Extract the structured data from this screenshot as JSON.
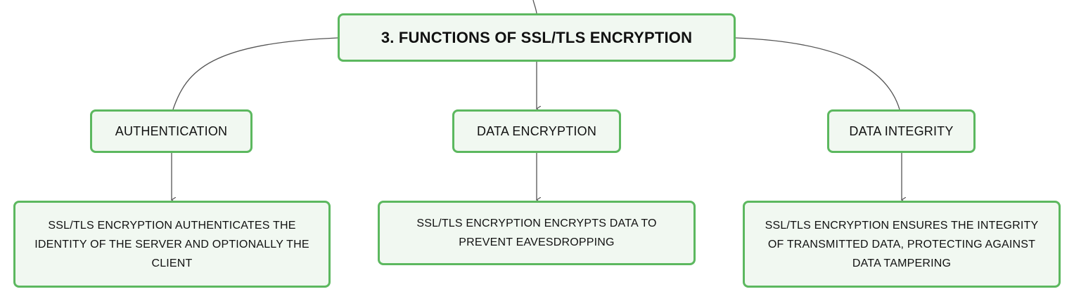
{
  "diagram": {
    "root": {
      "label": "3. FUNCTIONS OF SSL/TLS ENCRYPTION"
    },
    "branches": [
      {
        "label": "AUTHENTICATION",
        "detail": "SSL/TLS ENCRYPTION AUTHENTICATES THE IDENTITY OF THE SERVER AND OPTIONALLY THE CLIENT"
      },
      {
        "label": "DATA ENCRYPTION",
        "detail": "SSL/TLS ENCRYPTION ENCRYPTS DATA TO PREVENT EAVESDROPPING"
      },
      {
        "label": "DATA INTEGRITY",
        "detail": "SSL/TLS ENCRYPTION ENSURES THE INTEGRITY OF TRANSMITTED DATA, PROTECTING AGAINST DATA TAMPERING"
      }
    ],
    "colors": {
      "node_border": "#5cb85f",
      "node_fill": "#f1f8f1",
      "connector": "#555555",
      "text": "#111111"
    }
  }
}
